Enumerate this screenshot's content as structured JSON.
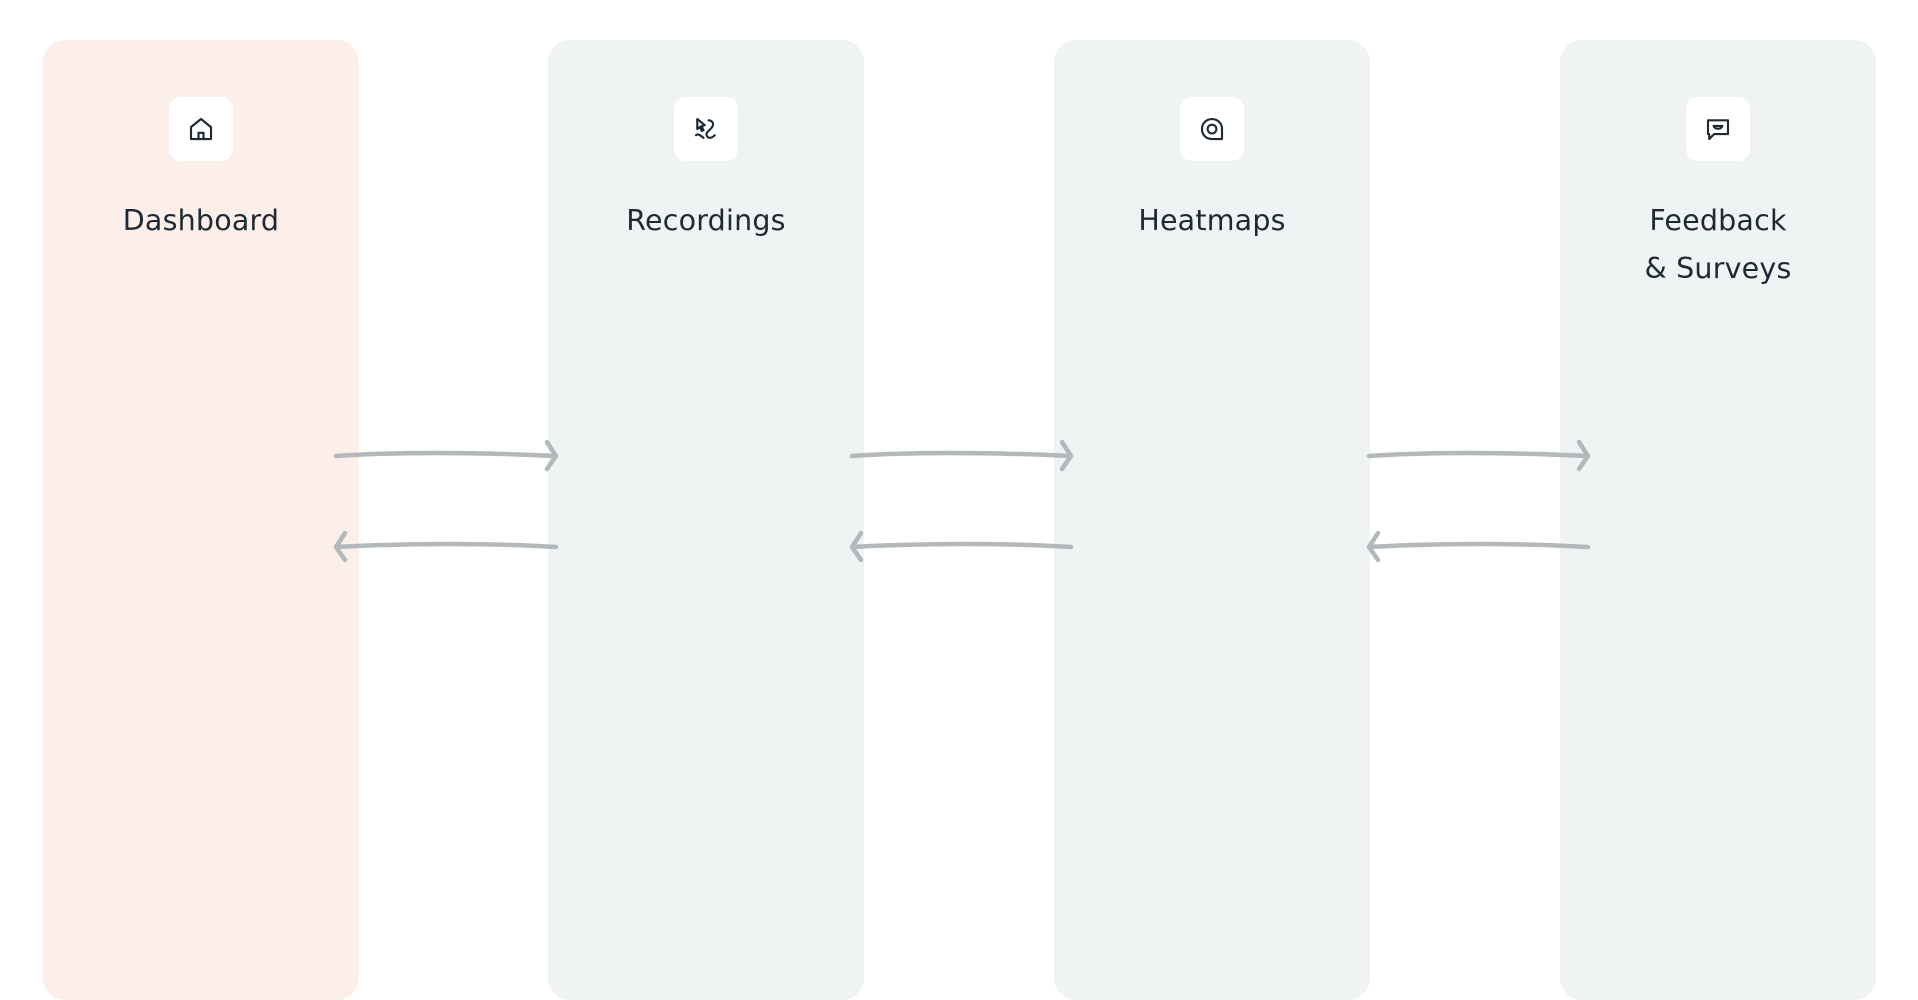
{
  "colors": {
    "active_column": "#fceee9",
    "inactive_column": "#eff3f4",
    "arrow": "#b3b8bb",
    "label": "#1d2a33"
  },
  "columns": [
    {
      "lines": [
        "Dashboard"
      ],
      "icon": "house-icon",
      "active": true
    },
    {
      "lines": [
        "Recordings"
      ],
      "icon": "cursor-path-icon",
      "active": false
    },
    {
      "lines": [
        "Heatmaps"
      ],
      "icon": "heatmap-icon",
      "active": false
    },
    {
      "lines": [
        "Feedback",
        "& Surveys"
      ],
      "icon": "feedback-chat-icon",
      "active": false
    }
  ],
  "connections": [
    {
      "from": "Dashboard",
      "to": "Recordings",
      "bidirectional": true
    },
    {
      "from": "Recordings",
      "to": "Heatmaps",
      "bidirectional": true
    },
    {
      "from": "Heatmaps",
      "to": "Feedback & Surveys",
      "bidirectional": true
    }
  ]
}
